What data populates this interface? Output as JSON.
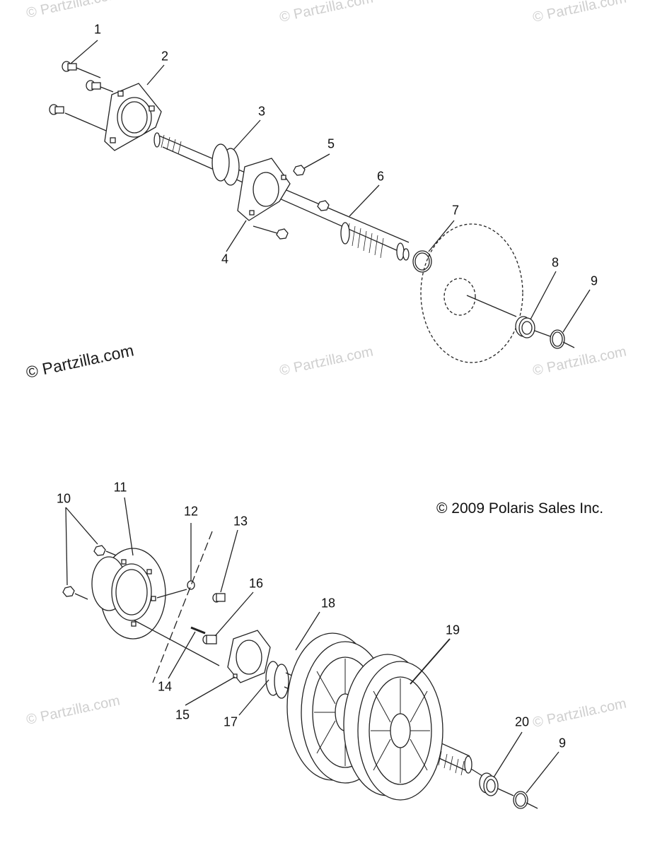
{
  "watermarks": {
    "top_left": "© Partzilla.com",
    "top_center": "© Partzilla.com",
    "top_right": "© Partzilla.com",
    "main": "© Partzilla.com",
    "mid_center": "© Partzilla.com",
    "mid_right": "© Partzilla.com",
    "low_left": "© Partzilla.com",
    "low_right": "© Partzilla.com"
  },
  "copyright": "© 2009 Polaris Sales Inc.",
  "callouts": {
    "c1": "1",
    "c2": "2",
    "c3": "3",
    "c4": "4",
    "c5": "5",
    "c6": "6",
    "c7": "7",
    "c8": "8",
    "c9a": "9",
    "c10": "10",
    "c11": "11",
    "c12": "12",
    "c13": "13",
    "c14": "14",
    "c15": "15",
    "c16": "16",
    "c17": "17",
    "c18": "18",
    "c19": "19",
    "c20": "20",
    "c9b": "9"
  }
}
